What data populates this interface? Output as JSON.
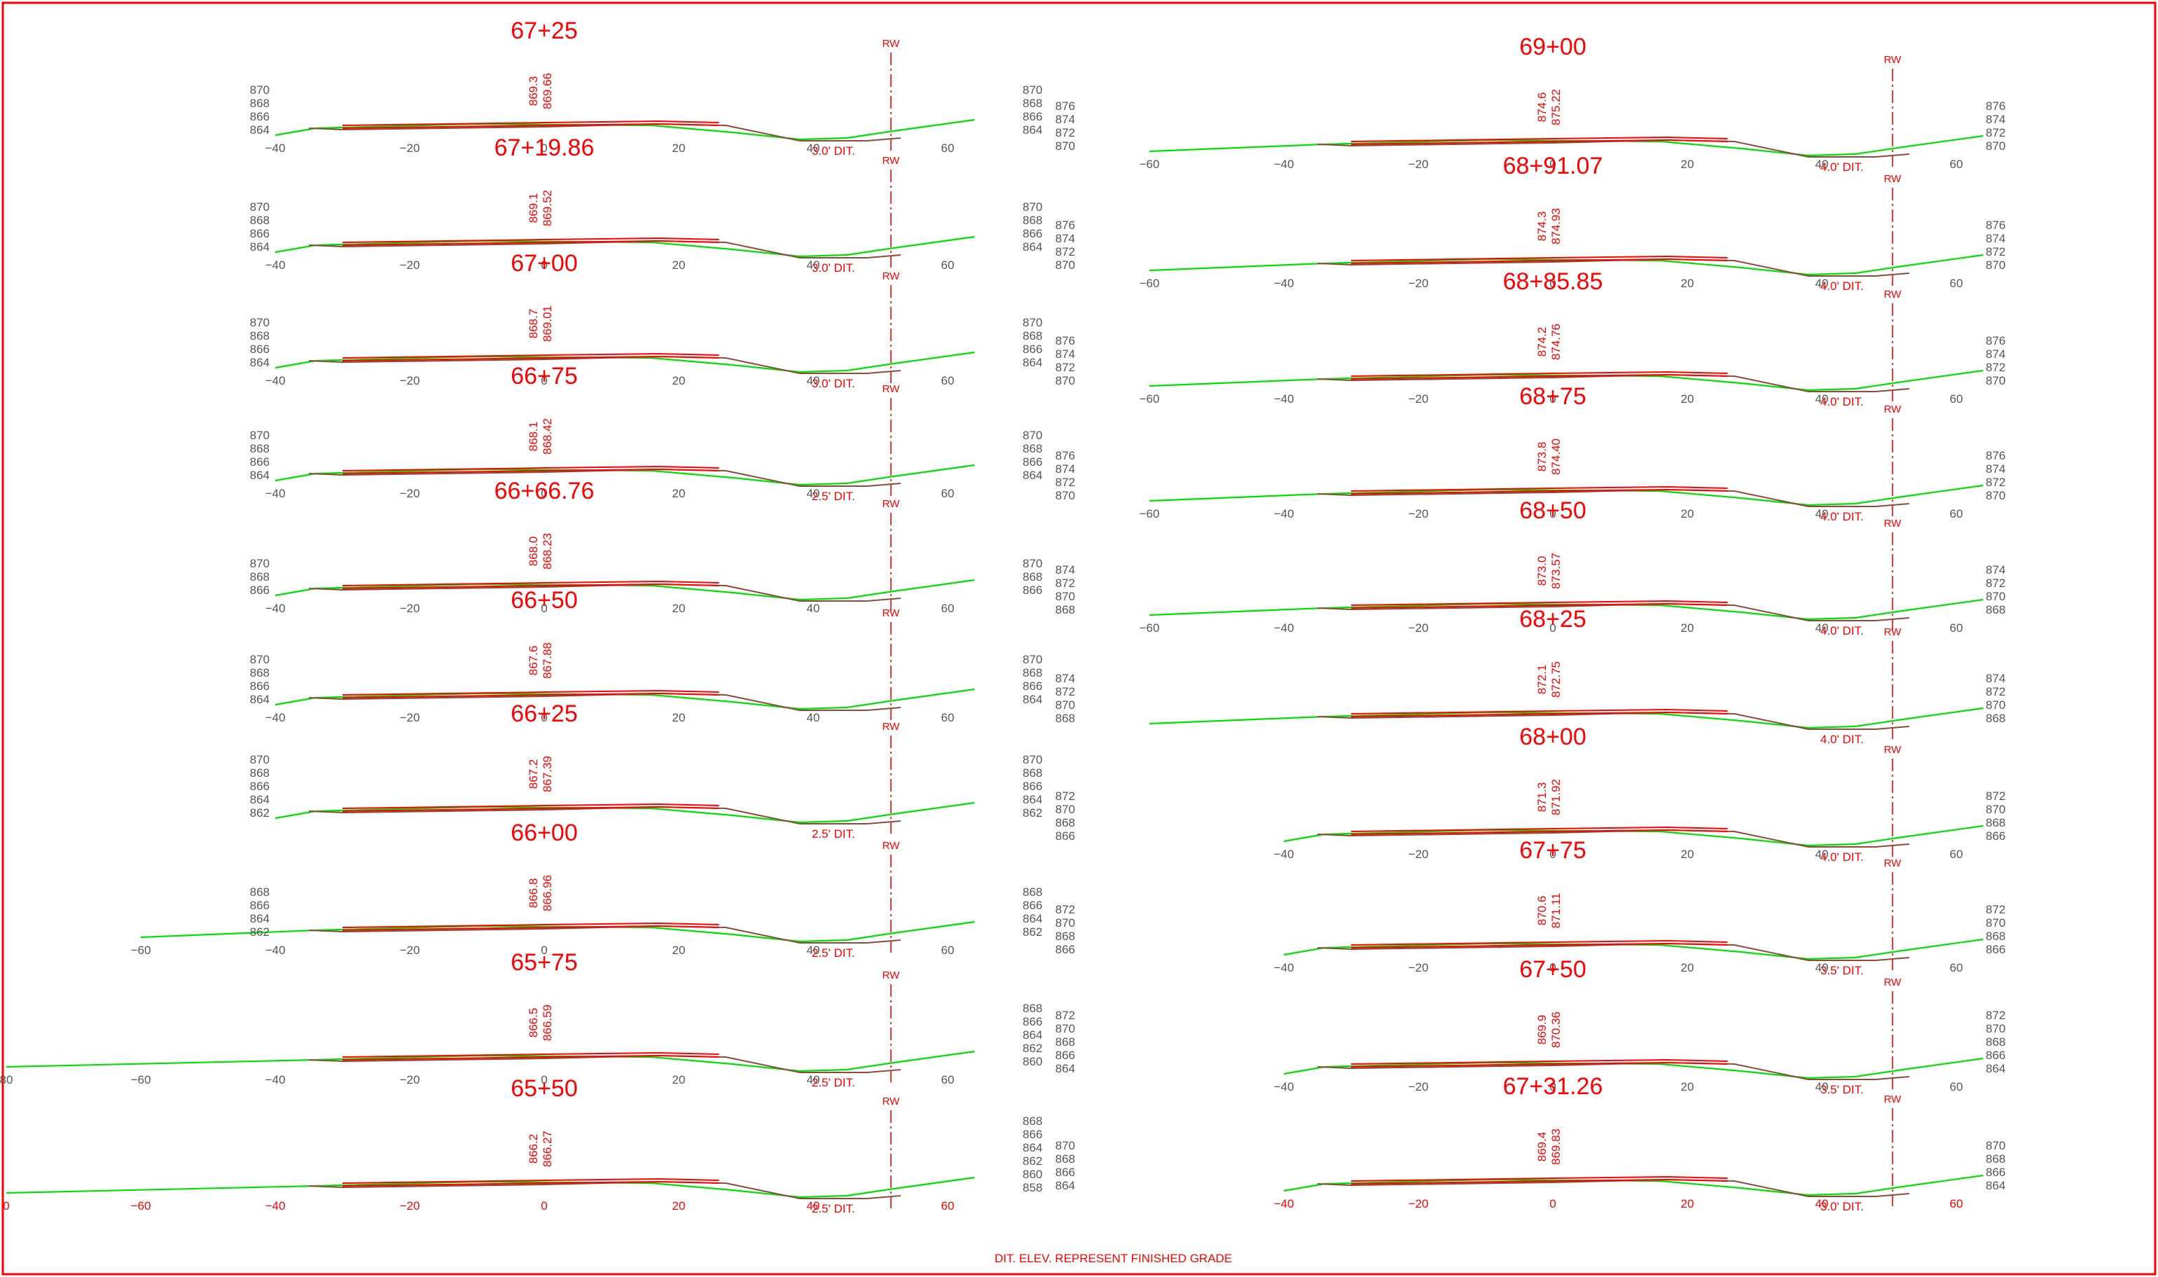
{
  "colors": {
    "red": "#ff0000",
    "green": "#00e000",
    "brown": "#8c4a3c",
    "gray": "#555555"
  },
  "note": "DIT. ELEV. REPRESENT FINISHED GRADE",
  "row_label": "RW",
  "sections": [
    {
      "station": "67+25",
      "elev_existing": "869.3",
      "elev_proposed": "869.66",
      "ditch": "3.0' DIT.",
      "left_elevs": [
        "870",
        "868",
        "866",
        "864"
      ],
      "right_elevs": [
        "870",
        "868",
        "866",
        "864"
      ],
      "xticks": [
        "−40",
        "−20",
        "0",
        "20",
        "40",
        "60"
      ],
      "offset_range": [
        -40,
        60
      ]
    },
    {
      "station": "67+19.86",
      "elev_existing": "869.1",
      "elev_proposed": "869.52",
      "ditch": "3.0' DIT.",
      "left_elevs": [
        "870",
        "868",
        "866",
        "864"
      ],
      "right_elevs": [
        "870",
        "868",
        "866",
        "864"
      ],
      "xticks": [
        "−40",
        "−20",
        "0",
        "20",
        "40",
        "60"
      ],
      "offset_range": [
        -40,
        60
      ]
    },
    {
      "station": "67+00",
      "elev_existing": "868.7",
      "elev_proposed": "869.01",
      "ditch": "3.0' DIT.",
      "left_elevs": [
        "870",
        "868",
        "866",
        "864"
      ],
      "right_elevs": [
        "870",
        "868",
        "866",
        "864"
      ],
      "xticks": [
        "−40",
        "−20",
        "0",
        "20",
        "40",
        "60"
      ],
      "offset_range": [
        -40,
        60
      ]
    },
    {
      "station": "66+75",
      "elev_existing": "868.1",
      "elev_proposed": "868.42",
      "ditch": "2.5' DIT.",
      "left_elevs": [
        "870",
        "868",
        "866",
        "864"
      ],
      "right_elevs": [
        "870",
        "868",
        "866",
        "864"
      ],
      "xticks": [
        "−40",
        "−20",
        "0",
        "20",
        "40",
        "60"
      ],
      "offset_range": [
        -40,
        60
      ]
    },
    {
      "station": "66+66.76",
      "elev_existing": "868.0",
      "elev_proposed": "868.23",
      "ditch": "",
      "left_elevs": [
        "870",
        "868",
        "866"
      ],
      "right_elevs": [
        "870",
        "868",
        "866"
      ],
      "xticks": [
        "−40",
        "−20",
        "0",
        "20",
        "40",
        "60"
      ],
      "offset_range": [
        -40,
        60
      ]
    },
    {
      "station": "66+50",
      "elev_existing": "867.6",
      "elev_proposed": "867.88",
      "ditch": "",
      "left_elevs": [
        "870",
        "868",
        "866",
        "864"
      ],
      "right_elevs": [
        "870",
        "868",
        "866",
        "864"
      ],
      "xticks": [
        "−40",
        "−20",
        "0",
        "20",
        "40",
        "60"
      ],
      "offset_range": [
        -40,
        60
      ]
    },
    {
      "station": "66+25",
      "elev_existing": "867.2",
      "elev_proposed": "867.39",
      "ditch": "2.5' DIT.",
      "left_elevs": [
        "870",
        "868",
        "866",
        "864",
        "862"
      ],
      "right_elevs": [
        "870",
        "868",
        "866",
        "864",
        "862"
      ],
      "xticks": [],
      "offset_range": [
        -40,
        60
      ]
    },
    {
      "station": "66+00",
      "elev_existing": "866.8",
      "elev_proposed": "866.96",
      "ditch": "2.5' DIT.",
      "left_elevs": [
        "868",
        "866",
        "864",
        "862"
      ],
      "right_elevs": [
        "868",
        "866",
        "864",
        "862"
      ],
      "xticks": [
        "−60",
        "−40",
        "−20",
        "0",
        "20",
        "40",
        "60"
      ],
      "offset_range": [
        -60,
        60
      ]
    },
    {
      "station": "65+75",
      "elev_existing": "866.5",
      "elev_proposed": "866.59",
      "ditch": "2.5' DIT.",
      "left_elevs": [],
      "right_elevs": [
        "868",
        "866",
        "864",
        "862",
        "860"
      ],
      "xticks": [
        "80",
        "−60",
        "−40",
        "−20",
        "0",
        "20",
        "40",
        "60"
      ],
      "offset_range": [
        -80,
        60
      ]
    },
    {
      "station": "65+50",
      "elev_existing": "866.2",
      "elev_proposed": "866.27",
      "ditch": "2.5' DIT.",
      "left_elevs": [],
      "right_elevs": [
        "868",
        "866",
        "864",
        "862",
        "860",
        "858"
      ],
      "xticks": [
        "0",
        "−60",
        "−40",
        "−20",
        "0",
        "20",
        "40",
        "60"
      ],
      "offset_range": [
        -80,
        60
      ]
    },
    {
      "station": "69+00",
      "elev_existing": "874.6",
      "elev_proposed": "875.22",
      "ditch": "4.0' DIT.",
      "left_elevs": [
        "876",
        "874",
        "872",
        "870"
      ],
      "right_elevs": [
        "876",
        "874",
        "872",
        "870"
      ],
      "xticks": [
        "−60",
        "−40",
        "−20",
        "0",
        "20",
        "40",
        "60"
      ],
      "offset_range": [
        -60,
        60
      ]
    },
    {
      "station": "68+91.07",
      "elev_existing": "874.3",
      "elev_proposed": "874.93",
      "ditch": "4.0' DIT.",
      "left_elevs": [
        "876",
        "874",
        "872",
        "870"
      ],
      "right_elevs": [
        "876",
        "874",
        "872",
        "870"
      ],
      "xticks": [
        "−60",
        "−40",
        "−20",
        "0",
        "20",
        "40",
        "60"
      ],
      "offset_range": [
        -60,
        60
      ]
    },
    {
      "station": "68+85.85",
      "elev_existing": "874.2",
      "elev_proposed": "874.76",
      "ditch": "4.0' DIT.",
      "left_elevs": [
        "876",
        "874",
        "872",
        "870"
      ],
      "right_elevs": [
        "876",
        "874",
        "872",
        "870"
      ],
      "xticks": [
        "−60",
        "−40",
        "−20",
        "0",
        "20",
        "40",
        "60"
      ],
      "offset_range": [
        -60,
        60
      ]
    },
    {
      "station": "68+75",
      "elev_existing": "873.8",
      "elev_proposed": "874.40",
      "ditch": "4.0' DIT.",
      "left_elevs": [
        "876",
        "874",
        "872",
        "870"
      ],
      "right_elevs": [
        "876",
        "874",
        "872",
        "870"
      ],
      "xticks": [
        "−60",
        "−40",
        "−20",
        "0",
        "20",
        "40",
        "60"
      ],
      "offset_range": [
        -60,
        60
      ]
    },
    {
      "station": "68+50",
      "elev_existing": "873.0",
      "elev_proposed": "873.57",
      "ditch": "4.0' DIT.",
      "left_elevs": [
        "874",
        "872",
        "870",
        "868"
      ],
      "right_elevs": [
        "874",
        "872",
        "870",
        "868"
      ],
      "xticks": [
        "−60",
        "−40",
        "−20",
        "0",
        "20",
        "40",
        "60"
      ],
      "offset_range": [
        -60,
        60
      ]
    },
    {
      "station": "68+25",
      "elev_existing": "872.1",
      "elev_proposed": "872.75",
      "ditch": "4.0' DIT.",
      "left_elevs": [
        "874",
        "872",
        "870",
        "868"
      ],
      "right_elevs": [
        "874",
        "872",
        "870",
        "868"
      ],
      "xticks": [],
      "offset_range": [
        -60,
        60
      ]
    },
    {
      "station": "68+00",
      "elev_existing": "871.3",
      "elev_proposed": "871.92",
      "ditch": "4.0' DIT.",
      "left_elevs": [
        "872",
        "870",
        "868",
        "866"
      ],
      "right_elevs": [
        "872",
        "870",
        "868",
        "866"
      ],
      "xticks": [
        "−40",
        "−20",
        "0",
        "20",
        "40",
        "60"
      ],
      "offset_range": [
        -40,
        60
      ]
    },
    {
      "station": "67+75",
      "elev_existing": "870.6",
      "elev_proposed": "871.11",
      "ditch": "3.5' DIT.",
      "left_elevs": [
        "872",
        "870",
        "868",
        "866"
      ],
      "right_elevs": [
        "872",
        "870",
        "868",
        "866"
      ],
      "xticks": [
        "−40",
        "−20",
        "0",
        "20",
        "40",
        "60"
      ],
      "offset_range": [
        -40,
        60
      ]
    },
    {
      "station": "67+50",
      "elev_existing": "869.9",
      "elev_proposed": "870.36",
      "ditch": "3.5' DIT.",
      "left_elevs": [
        "872",
        "870",
        "868",
        "866",
        "864"
      ],
      "right_elevs": [
        "872",
        "870",
        "868",
        "866",
        "864"
      ],
      "xticks": [
        "−40",
        "−20",
        "0",
        "20",
        "40",
        "60"
      ],
      "offset_range": [
        -40,
        60
      ]
    },
    {
      "station": "67+31.26",
      "elev_existing": "869.4",
      "elev_proposed": "869.83",
      "ditch": "3.0' DIT.",
      "left_elevs": [
        "870",
        "868",
        "866",
        "864"
      ],
      "right_elevs": [
        "870",
        "868",
        "866",
        "864"
      ],
      "xticks": [
        "−40",
        "−20",
        "0",
        "20",
        "40",
        "60"
      ],
      "offset_range": [
        -40,
        60
      ]
    }
  ]
}
